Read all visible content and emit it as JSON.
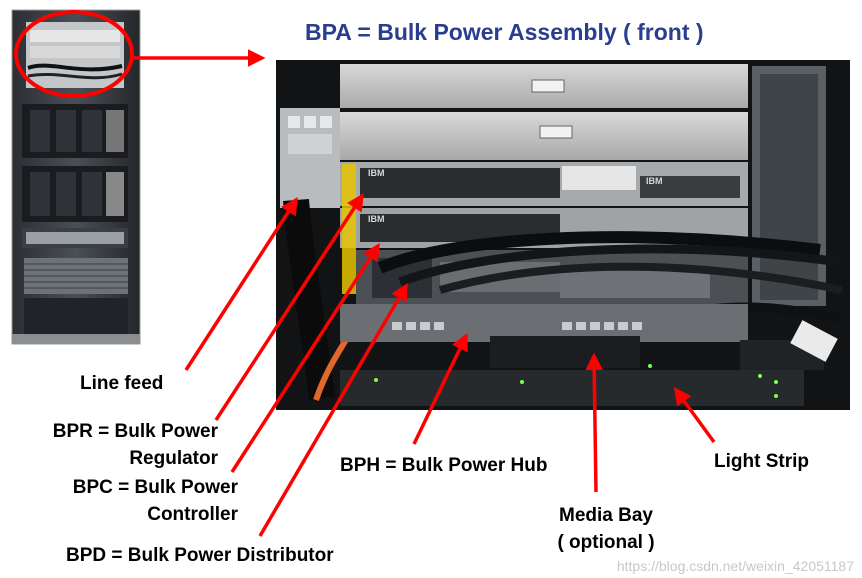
{
  "title": "BPA = Bulk Power Assembly ( front )",
  "labels": {
    "line_feed": "Line feed",
    "bpr_line1": "BPR = Bulk Power",
    "bpr_line2": "Regulator",
    "bpc_line1": "BPC = Bulk Power",
    "bpc_line2": "Controller",
    "bpd": "BPD = Bulk Power Distributor",
    "bph": "BPH = Bulk Power Hub",
    "media_bay_line1": "Media Bay",
    "media_bay_line2": "( optional )",
    "light_strip": "Light Strip"
  },
  "hardware_markings": {
    "ibm_1": "IBM",
    "ibm_2": "IBM",
    "ibm_3": "IBM"
  },
  "watermark": "https://blog.csdn.net/weixin_42051187",
  "colors": {
    "title": "#2a3d8f",
    "arrow": "#ff0000",
    "label": "#000000"
  }
}
